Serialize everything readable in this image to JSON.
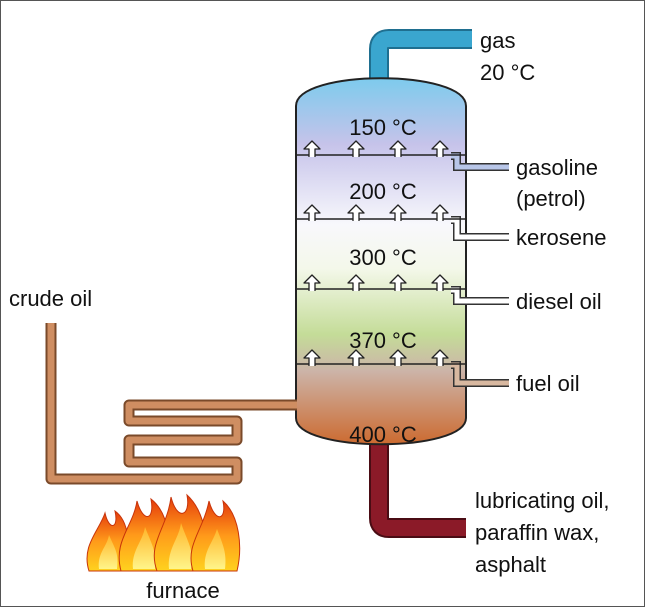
{
  "temperatures": {
    "t150": "150 °C",
    "t200": "200 °C",
    "t300": "300 °C",
    "t370": "370 °C",
    "t400": "400 °C"
  },
  "products": {
    "gas": "gas",
    "gas_temp": "20 °C",
    "gasoline_1": "gasoline",
    "gasoline_2": "(petrol)",
    "kerosene": "kerosene",
    "diesel": "diesel oil",
    "fuel": "fuel oil",
    "residue_1": "lubricating oil,",
    "residue_2": "paraffin wax,",
    "residue_3": "asphalt"
  },
  "input_label": "crude oil",
  "heater_label": "furnace",
  "colors": {
    "gas_pipe": "#3aa6cf",
    "gasoline_pipe": "#b8c6e8",
    "kerosene_pipe": "#ffffff",
    "diesel_pipe": "#ffffff",
    "fuel_pipe": "#d8b8a0",
    "residue_pipe": "#8b1a28",
    "crude_pipe": "#cf8e62"
  }
}
